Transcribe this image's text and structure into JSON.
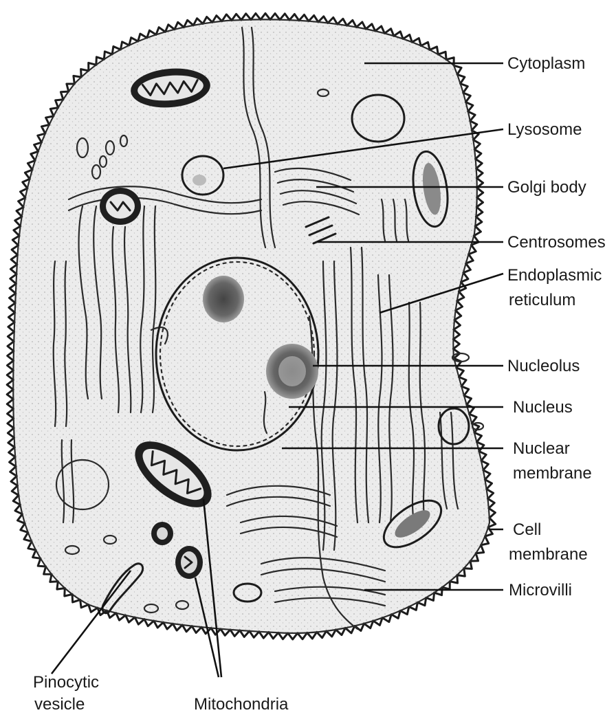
{
  "labels": {
    "cytoplasm": "Cytoplasm",
    "lysosome": "Lysosome",
    "golgi_body": "Golgi body",
    "centrosomes": "Centrosomes",
    "endoplasmic_reticulum": [
      "Endoplasmic",
      "reticulum"
    ],
    "nucleolus": "Nucleolus",
    "nucleus": "Nucleus",
    "nuclear_membrane": [
      "Nuclear",
      "membrane"
    ],
    "cell_membrane": [
      "Cell",
      "membrane"
    ],
    "microvilli": "Microvilli",
    "pinocytic_vesicle": [
      "Pinocytic",
      "vesicle"
    ],
    "mitochondria": "Mitochondria"
  }
}
